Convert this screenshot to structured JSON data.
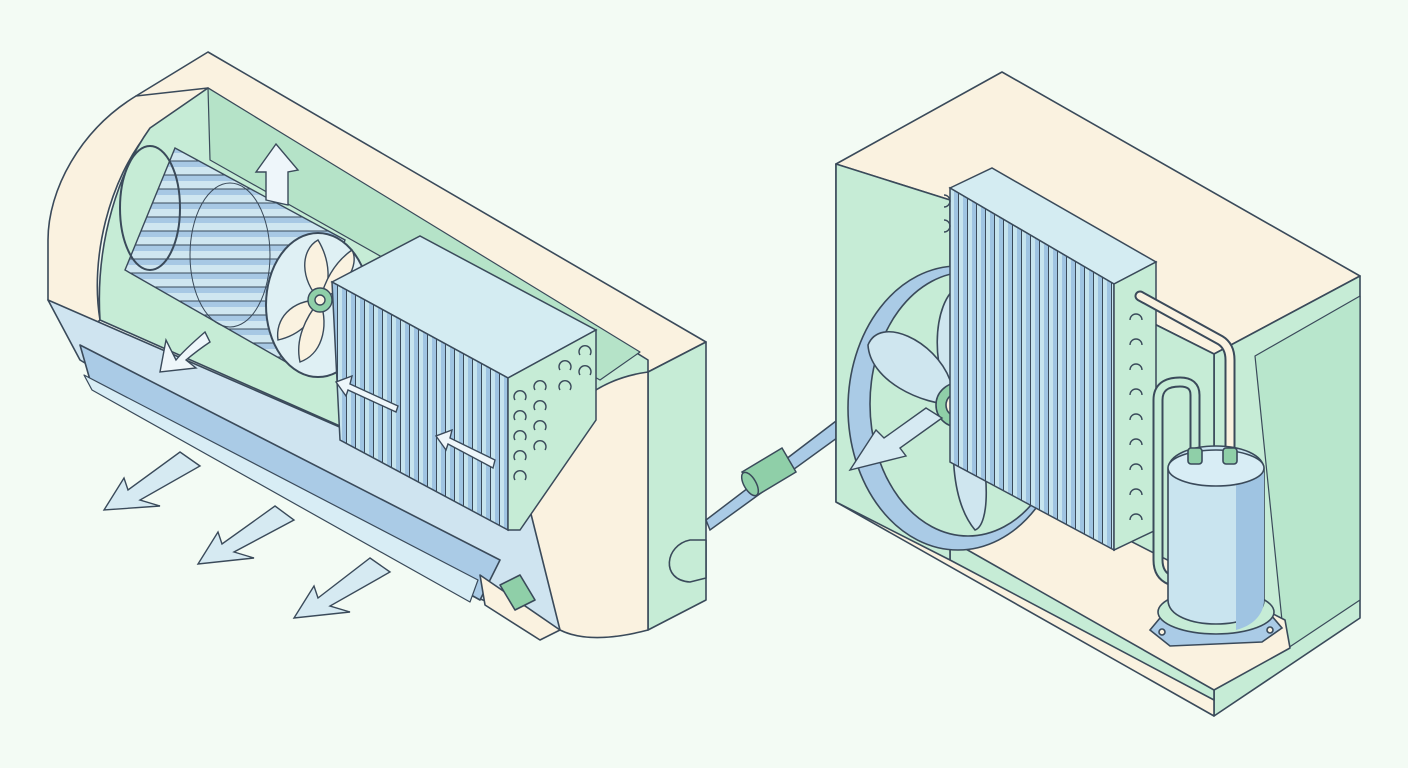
{
  "diagram": {
    "components": [
      {
        "id": "indoor-unit",
        "icon": "split-ac-indoor-cutaway"
      },
      {
        "id": "blower-wheel",
        "icon": "cylindrical-blower-icon"
      },
      {
        "id": "indoor-fan",
        "icon": "fan-icon"
      },
      {
        "id": "evaporator-coil",
        "icon": "finned-coil-icon"
      },
      {
        "id": "refrigerant-line",
        "icon": "pipe-icon"
      },
      {
        "id": "outdoor-unit",
        "icon": "condenser-cutaway"
      },
      {
        "id": "outdoor-fan",
        "icon": "fan-icon"
      },
      {
        "id": "condenser-coil",
        "icon": "finned-coil-icon"
      },
      {
        "id": "compressor",
        "icon": "compressor-icon"
      }
    ],
    "flow_arrows": [
      "air-out-arrow",
      "air-out-arrow",
      "air-out-arrow",
      "airflow-arrow"
    ]
  },
  "colors": {
    "background": "#f3fbf4",
    "casing": "#faf2e0",
    "interior": "#c6ecd6",
    "metal": "#aacbe6",
    "metal_dark": "#8fb4d6",
    "fan": "#cfe6ef",
    "outline": "#3a4a5a"
  }
}
